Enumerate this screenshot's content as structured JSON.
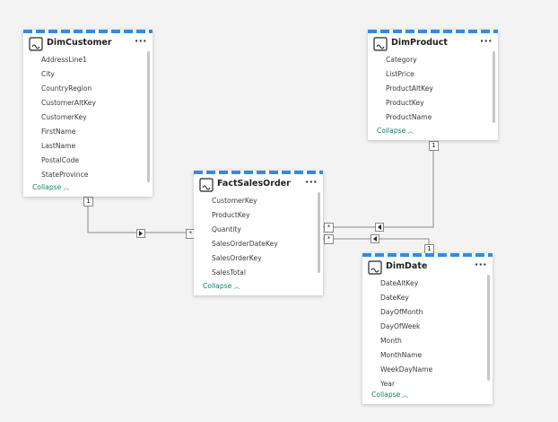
{
  "tables": {
    "dimcustomer": {
      "title": "DimCustomer",
      "more": "···",
      "fields": [
        "AddressLine1",
        "City",
        "CountryRegion",
        "CustomerAltKey",
        "CustomerKey",
        "FirstName",
        "LastName",
        "PostalCode",
        "StateProvince"
      ],
      "collapse_label": "Collapse"
    },
    "dimproduct": {
      "title": "DimProduct",
      "more": "···",
      "fields": [
        "Category",
        "ListPrice",
        "ProductAltKey",
        "ProductKey",
        "ProductName"
      ],
      "collapse_label": "Collapse"
    },
    "factsalesorder": {
      "title": "FactSalesOrder",
      "more": "···",
      "fields": [
        "CustomerKey",
        "ProductKey",
        "Quantity",
        "SalesOrderDateKey",
        "SalesOrderKey",
        "SalesTotal"
      ],
      "collapse_label": "Collapse"
    },
    "dimdate": {
      "title": "DimDate",
      "more": "···",
      "fields": [
        "DateAltKey",
        "DateKey",
        "DayOfMonth",
        "DayOfWeek",
        "Month",
        "MonthName",
        "WeekDayName",
        "Year"
      ],
      "collapse_label": "Collapse"
    }
  },
  "relationships": {
    "one_label": "1",
    "many_label": "*"
  },
  "colors": {
    "accent": "#2f8ce6",
    "collapse": "#12806a",
    "line": "#8a8886",
    "canvas": "#f3f3f3"
  }
}
